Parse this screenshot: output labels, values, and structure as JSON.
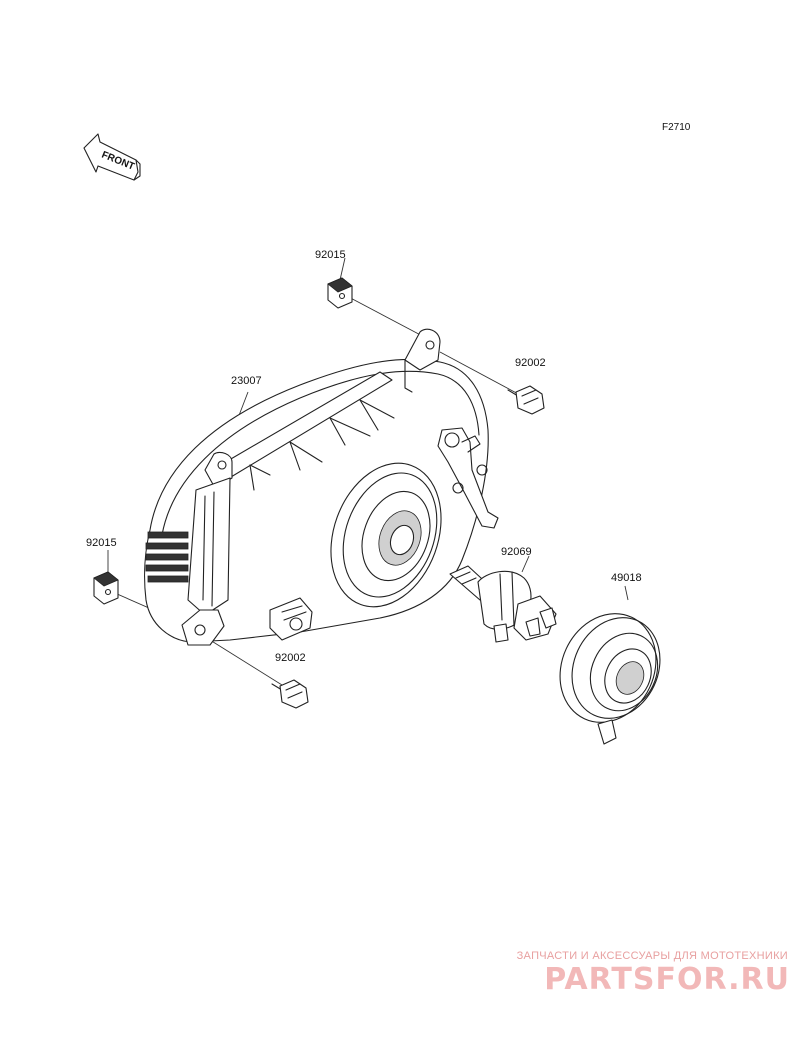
{
  "figure_code": "F2710",
  "front_arrow_label": "FRONT",
  "parts": {
    "housing": "23007",
    "nut_top": "92015",
    "nut_left": "92015",
    "bolt_top": "92002",
    "bolt_bottom": "92002",
    "bulb": "92069",
    "socket": "49018"
  },
  "watermark": {
    "tagline": "ЗАПЧАСТИ И АКСЕССУАРЫ ДЛЯ МОТОТЕХНИКИ",
    "logo": "PARTSFOR.RU"
  }
}
